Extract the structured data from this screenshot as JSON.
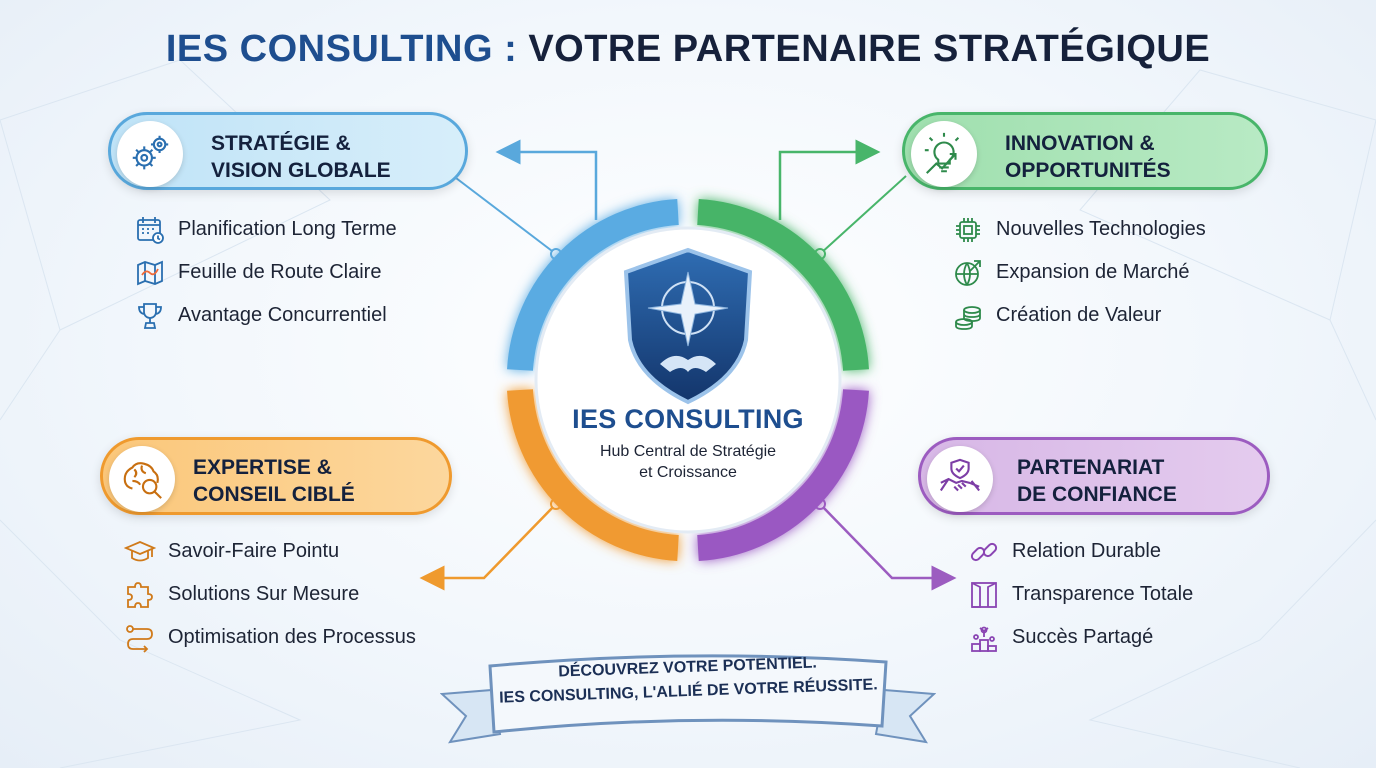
{
  "title": {
    "part1": "IES CONSULTING :",
    "part2": "VOTRE PARTENAIRE STRATÉGIQUE"
  },
  "colors": {
    "blue": "#59a8dc",
    "green": "#48b56a",
    "orange": "#ef9a2e",
    "purple": "#9c5cc0",
    "navy": "#1e4e8f"
  },
  "center": {
    "name": "IES CONSULTING",
    "subtitle_line1": "Hub Central de Stratégie",
    "subtitle_line2": "et Croissance"
  },
  "sections": {
    "strategy": {
      "title_line1": "STRATÉGIE &",
      "title_line2": "VISION GLOBALE",
      "icon": "gears-icon",
      "items": [
        {
          "label": "Planification Long Terme",
          "icon": "calendar-icon"
        },
        {
          "label": "Feuille de Route Claire",
          "icon": "map-route-icon"
        },
        {
          "label": "Avantage Concurrentiel",
          "icon": "trophy-icon"
        }
      ]
    },
    "innovation": {
      "title_line1": "INNOVATION &",
      "title_line2": "OPPORTUNITÉS",
      "icon": "lightbulb-growth-icon",
      "items": [
        {
          "label": "Nouvelles Technologies",
          "icon": "chip-icon"
        },
        {
          "label": "Expansion de Marché",
          "icon": "globe-arrow-icon"
        },
        {
          "label": "Création de Valeur",
          "icon": "coins-icon"
        }
      ]
    },
    "expertise": {
      "title_line1": "EXPERTISE &",
      "title_line2": "CONSEIL CIBLÉ",
      "icon": "brain-magnifier-icon",
      "items": [
        {
          "label": "Savoir-Faire Pointu",
          "icon": "graduation-cap-icon"
        },
        {
          "label": "Solutions Sur Mesure",
          "icon": "puzzle-icon"
        },
        {
          "label": "Optimisation des Processus",
          "icon": "process-flow-icon"
        }
      ]
    },
    "partnership": {
      "title_line1": "PARTENARIAT",
      "title_line2": "DE CONFIANCE",
      "icon": "handshake-shield-icon",
      "items": [
        {
          "label": "Relation Durable",
          "icon": "chain-link-icon"
        },
        {
          "label": "Transparence Totale",
          "icon": "open-door-icon"
        },
        {
          "label": "Succès Partagé",
          "icon": "podium-icon"
        }
      ]
    }
  },
  "banner": {
    "line1": "DÉCOUVREZ VOTRE POTENTIEL.",
    "line2": "IES CONSULTING, L'ALLIÉ DE VOTRE RÉUSSITE."
  }
}
